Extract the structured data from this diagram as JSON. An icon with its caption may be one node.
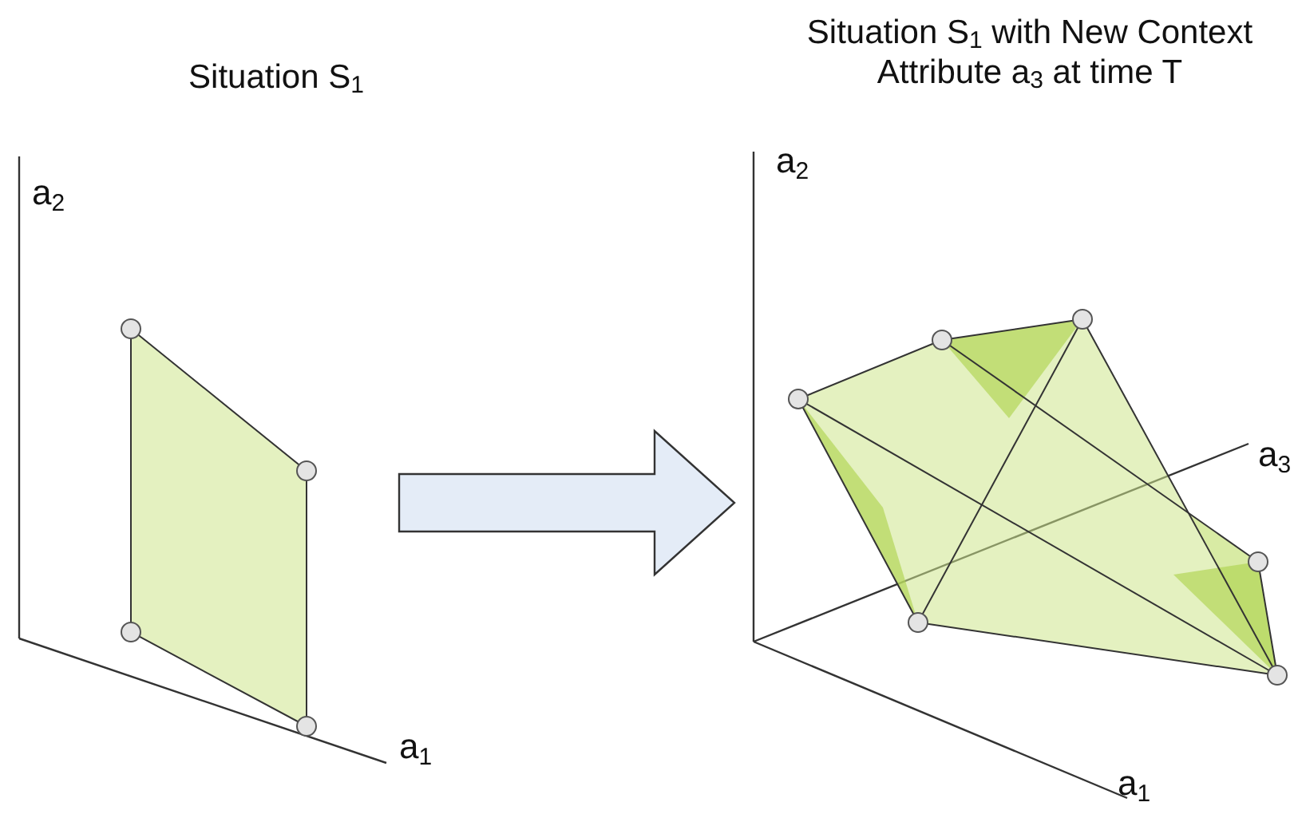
{
  "diagram": {
    "nodes": [
      {
        "text": [
          "Situation S$_{1}$"
        ]
      },
      {
        "text": [
          "Situation S$_{1}$ with New Context Attribute a$_{3}$ at time T"
        ]
      }
    ],
    "edges": [
      {
        "from": 0,
        "to": 1,
        "arrow": "to"
      }
    ],
    "labels": [
      "a$_{2}$",
      "a$_{1}$",
      "a$_{2}$",
      "a$_{3}$",
      "a$_{1}$"
    ]
  }
}
